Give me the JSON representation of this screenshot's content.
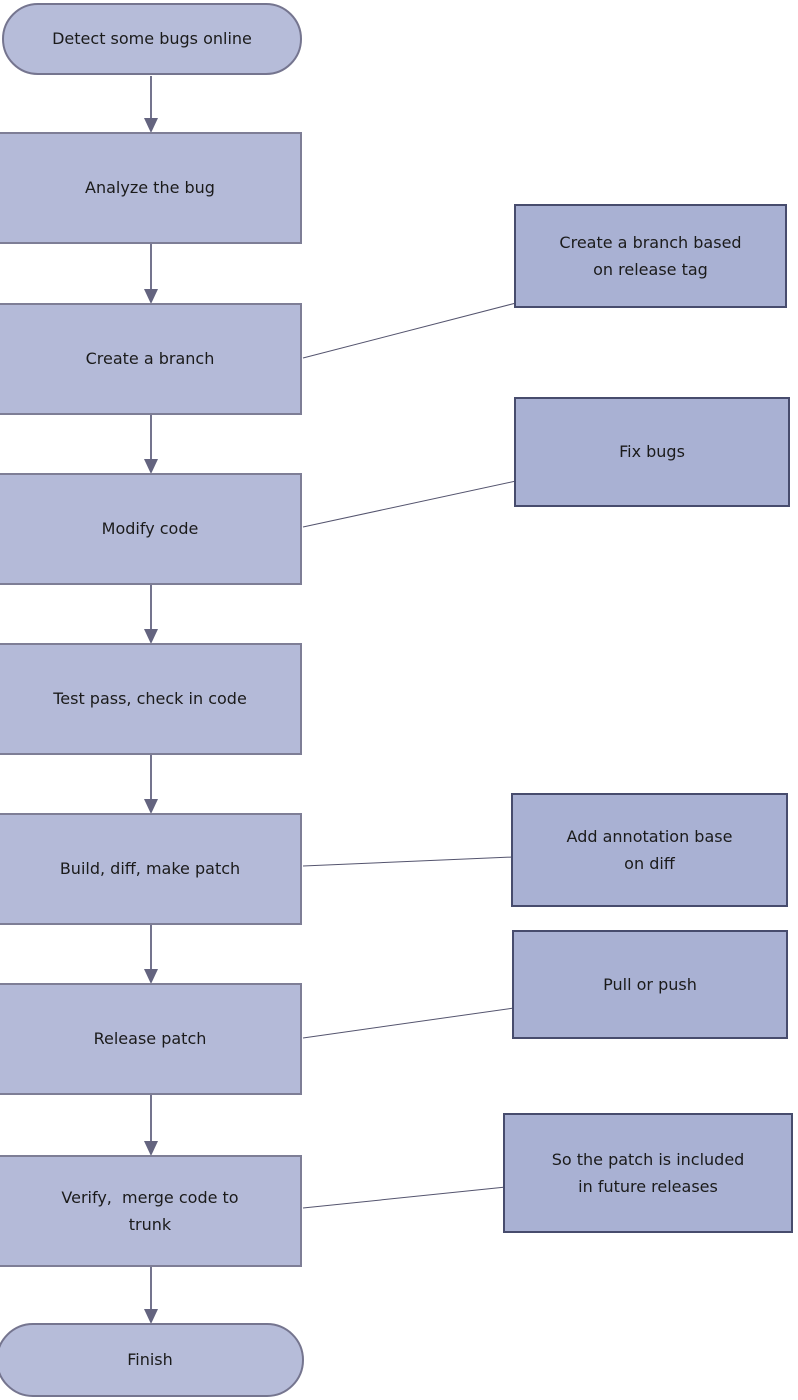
{
  "diagram": {
    "type": "flowchart",
    "nodes": [
      {
        "id": "start",
        "shape": "terminator",
        "label": "Detect some bugs online"
      },
      {
        "id": "analyze",
        "shape": "process",
        "label": "Analyze the bug"
      },
      {
        "id": "branch",
        "shape": "process",
        "label": "Create a branch"
      },
      {
        "id": "modify",
        "shape": "process",
        "label": "Modify code"
      },
      {
        "id": "test",
        "shape": "process",
        "label": "Test pass, check in code"
      },
      {
        "id": "build",
        "shape": "process",
        "label": "Build, diff, make patch"
      },
      {
        "id": "release",
        "shape": "process",
        "label": "Release patch"
      },
      {
        "id": "verify",
        "shape": "process",
        "label": "Verify,  merge code to\ntrunk"
      },
      {
        "id": "finish",
        "shape": "terminator",
        "label": "Finish"
      }
    ],
    "annotations": [
      {
        "id": "note-branch",
        "attached_to": "Create a branch",
        "label": "Create a branch based\non release tag"
      },
      {
        "id": "note-modify",
        "attached_to": "Modify code",
        "label": "Fix bugs"
      },
      {
        "id": "note-build",
        "attached_to": "Build, diff, make patch",
        "label": "Add annotation base\non diff"
      },
      {
        "id": "note-release",
        "attached_to": "Release patch",
        "label": "Pull or push"
      },
      {
        "id": "note-verify",
        "attached_to": "Verify, merge code to trunk",
        "label": "So the patch is included\nin future releases"
      }
    ],
    "colors": {
      "process_fill": "#b4bad8",
      "process_border": "#7e7e96",
      "terminator_fill": "#b6bcd9",
      "annotation_fill": "#a9b1d3",
      "annotation_border": "#474c6d",
      "arrow": "#74748e",
      "arrowhead": "#64647f",
      "connector_line": "#54546e",
      "text": "#1b1b1b",
      "background": "#ffffff"
    }
  }
}
